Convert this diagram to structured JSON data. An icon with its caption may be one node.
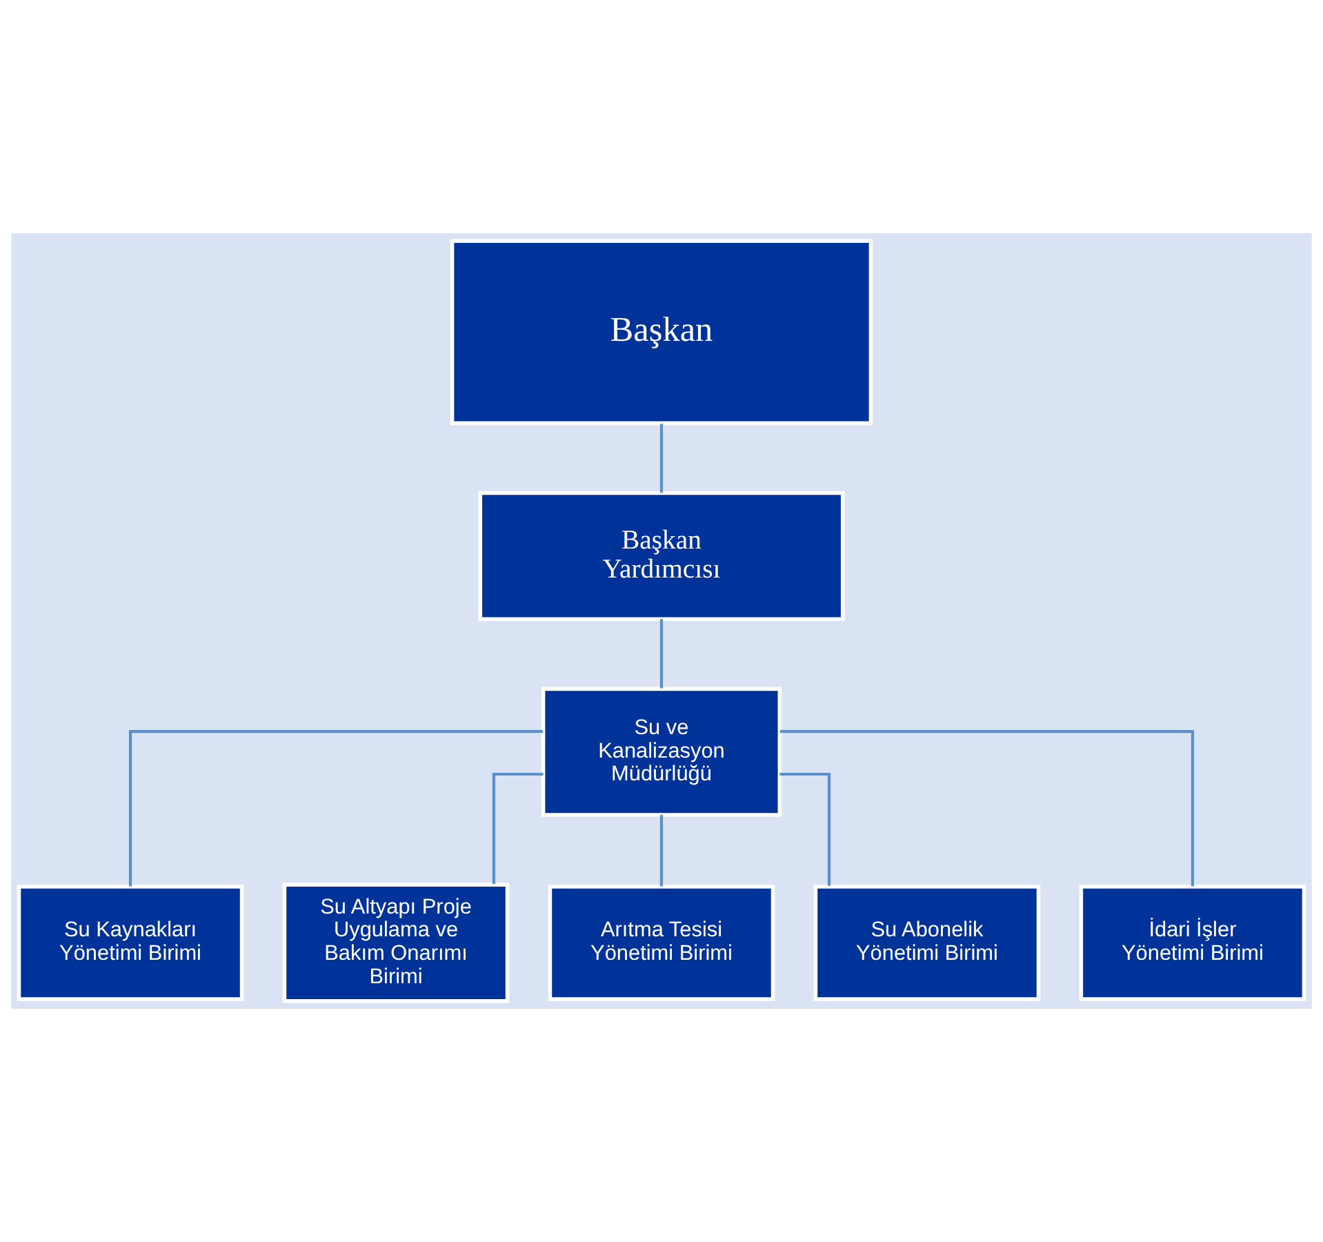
{
  "diagram": {
    "nodes": [
      {
        "text": [
          "Başkan"
        ]
      },
      {
        "text": [
          "Başkan Yardımcısı"
        ]
      },
      {
        "text": [
          "Su ve Kanalizasyon Müdürlüğü"
        ]
      },
      {
        "text": [
          "Su Kaynakları Yönetimi Birimi"
        ]
      },
      {
        "text": [
          "Su Altyapı Proje Uygulama ve Bakım Onarımı Birimi"
        ]
      },
      {
        "text": [
          "Arıtma Tesisi Yönetimi Birimi"
        ]
      },
      {
        "text": [
          "Su Abonelik Yönetimi Birimi"
        ]
      },
      {
        "text": [
          "İdari İşler Yönetimi Birimi"
        ]
      }
    ],
    "edges": [
      {
        "from": 0,
        "to": 1,
        "arrow": "none"
      },
      {
        "from": 1,
        "to": 2,
        "arrow": "none"
      },
      {
        "from": 2,
        "to": 3,
        "arrow": "none"
      },
      {
        "from": 2,
        "to": 4,
        "arrow": "none"
      },
      {
        "from": 2,
        "to": 5,
        "arrow": "none"
      },
      {
        "from": 2,
        "to": 6,
        "arrow": "none"
      },
      {
        "from": 2,
        "to": 7,
        "arrow": "none"
      }
    ]
  }
}
